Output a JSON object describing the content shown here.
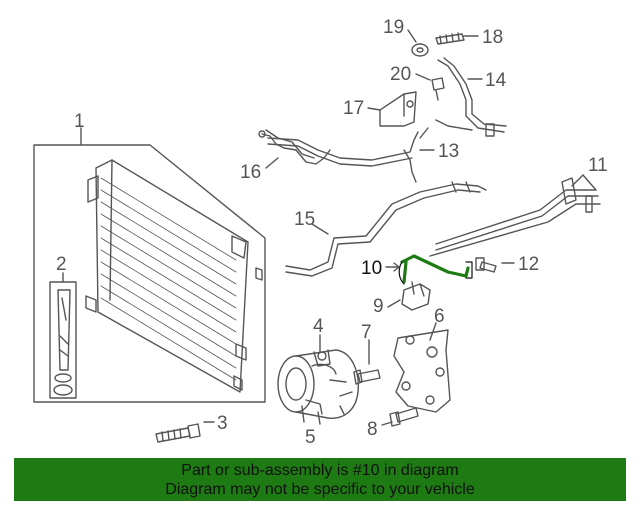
{
  "diagram": {
    "title": "",
    "callouts": [
      {
        "id": "1",
        "label": "1"
      },
      {
        "id": "2",
        "label": "2"
      },
      {
        "id": "3",
        "label": "3"
      },
      {
        "id": "4",
        "label": "4"
      },
      {
        "id": "5",
        "label": "5"
      },
      {
        "id": "6",
        "label": "6"
      },
      {
        "id": "7a",
        "label": "7"
      },
      {
        "id": "8",
        "label": "8"
      },
      {
        "id": "9",
        "label": "9"
      },
      {
        "id": "10",
        "label": "10",
        "highlighted": true
      },
      {
        "id": "11",
        "label": "11"
      },
      {
        "id": "12",
        "label": "12"
      },
      {
        "id": "13",
        "label": "13"
      },
      {
        "id": "14",
        "label": "14"
      },
      {
        "id": "15",
        "label": "15"
      },
      {
        "id": "16",
        "label": "16"
      },
      {
        "id": "17",
        "label": "17"
      },
      {
        "id": "18",
        "label": "18"
      },
      {
        "id": "19",
        "label": "19"
      },
      {
        "id": "20",
        "label": "20"
      }
    ],
    "colors": {
      "line": "#555555",
      "highlight_part": "#1e7a12",
      "banner": "#1e7a12"
    }
  },
  "banner": {
    "line1": "Part or sub-assembly is #10 in diagram",
    "line2": "Diagram may not be specific to your vehicle"
  }
}
